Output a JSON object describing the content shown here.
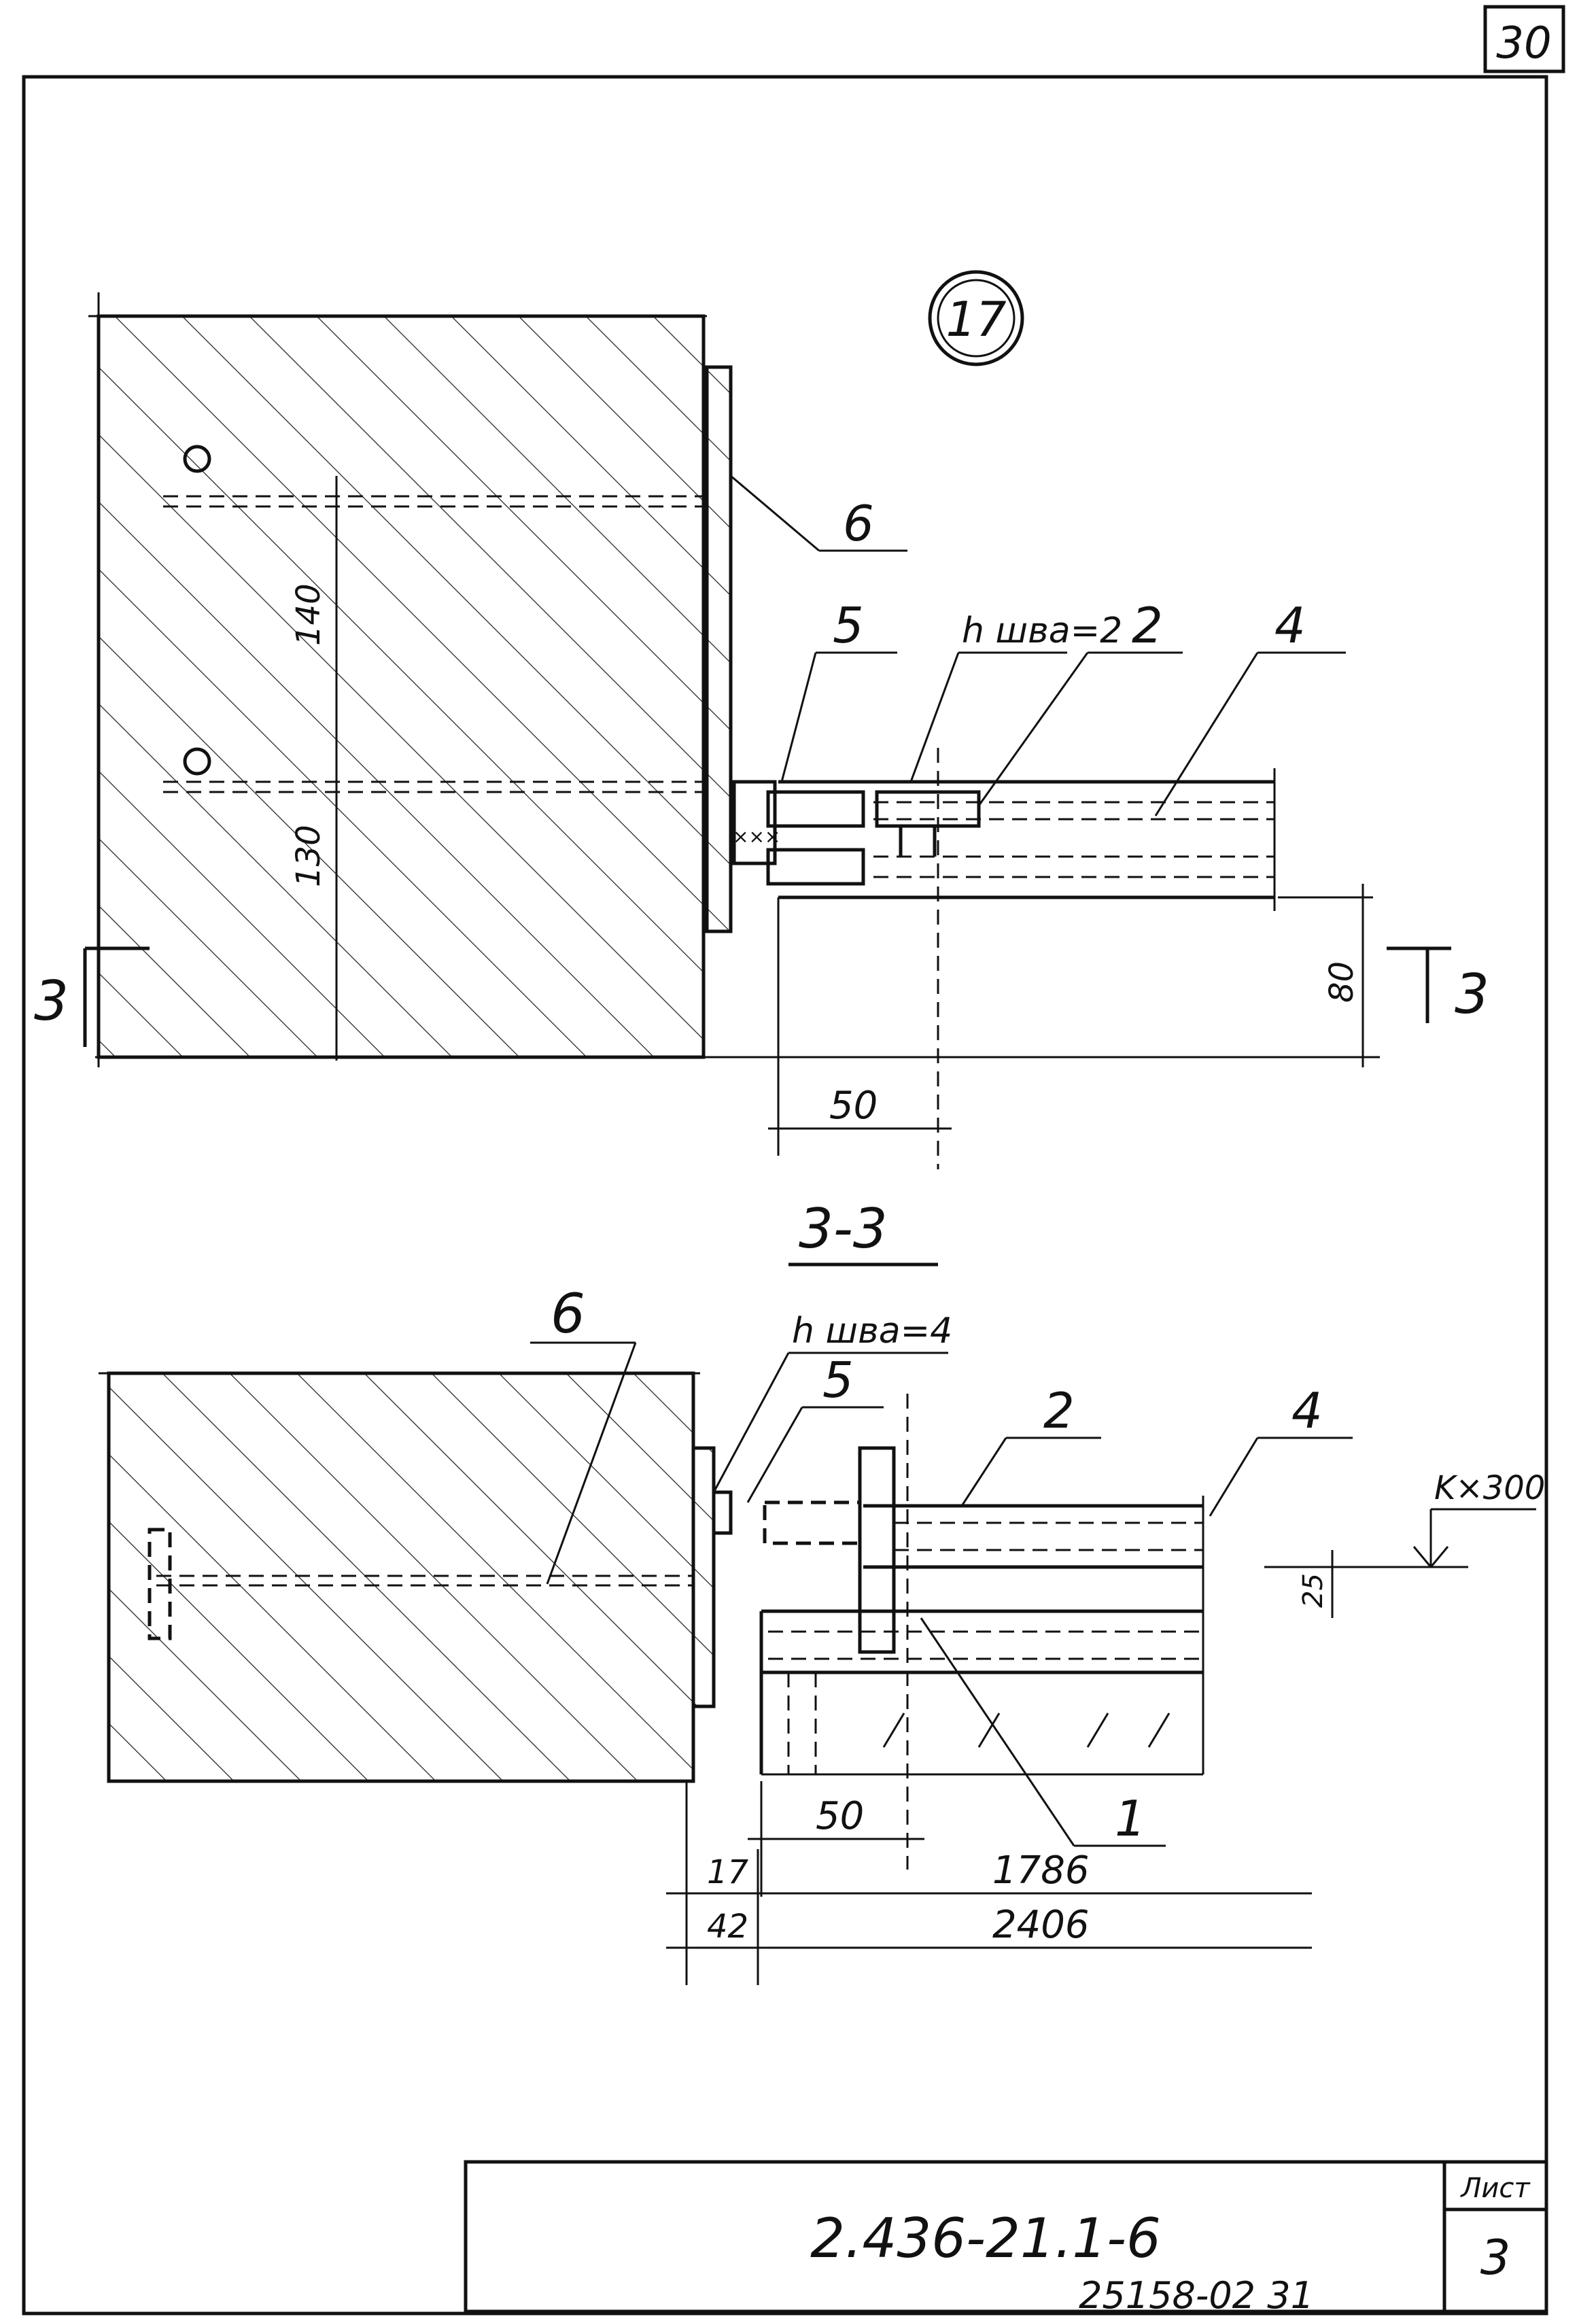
{
  "sheet": {
    "corner_number": "30",
    "footer_number": "25158-02  31"
  },
  "title_block": {
    "document_code": "2.436-21.1-6",
    "sheet_label": "Лист",
    "sheet_number": "3"
  },
  "top_view": {
    "node_number": "17",
    "leaders": [
      "6",
      "5",
      "h шва=2",
      "2",
      "4"
    ],
    "dims": [
      "140",
      "130",
      "80",
      "50"
    ],
    "section_mark_left": "3",
    "section_mark_right": "3"
  },
  "section_view": {
    "title": "3-3",
    "leaders": [
      "6",
      "h шва=4",
      "5",
      "2",
      "4",
      "1"
    ],
    "level_mark": "K×300",
    "dims": [
      "25",
      "50",
      "17",
      "1786",
      "42",
      "2406"
    ]
  }
}
